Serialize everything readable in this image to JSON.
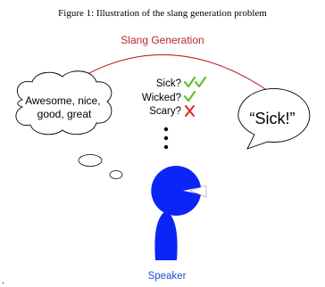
{
  "caption": "Figure 1: Illustration of the slang generation problem",
  "arrow_label": "Slang Generation",
  "thought_text": [
    "Awesome, nice,",
    "good, great"
  ],
  "candidates": [
    {
      "word": "Sick?",
      "marks": [
        "check",
        "check"
      ]
    },
    {
      "word": "Wicked?",
      "marks": [
        "check"
      ]
    },
    {
      "word": "Scary?",
      "marks": [
        "cross"
      ]
    }
  ],
  "speech_text": "“Sick!”",
  "speaker_label": "Speaker",
  "stray_mark": ".",
  "colors": {
    "arrow": "#b8272a",
    "arrow_label": "#b8272a",
    "check": "#5cc22c",
    "cross": "#e0291c",
    "speaker": "#0a25f5",
    "speaker_label": "#1f4fd0",
    "outline": "#000000"
  },
  "icons": [
    "thought-bubble-icon",
    "speech-bubble-icon",
    "speaker-figure-icon",
    "check-icon",
    "cross-icon",
    "ellipsis-dots-icon"
  ]
}
